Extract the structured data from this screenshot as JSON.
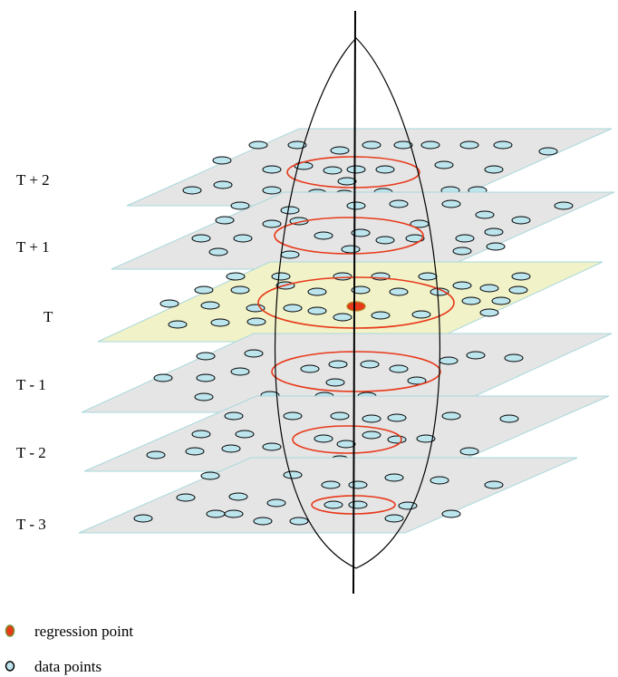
{
  "layers": [
    {
      "label": "T + 2"
    },
    {
      "label": "T + 1"
    },
    {
      "label": "T"
    },
    {
      "label": "T - 1"
    },
    {
      "label": "T - 2"
    },
    {
      "label": "T - 3"
    }
  ],
  "legend": {
    "regression_label": "regression point",
    "data_label": "data points"
  },
  "colors": {
    "plane": "#e5e5e5",
    "current_plane": "#f1f2c8",
    "plane_edge": "#a9d8dc",
    "data_point": "#bde5ee",
    "kernel_ring": "#e8391a",
    "regression_point": "#e8391a"
  }
}
